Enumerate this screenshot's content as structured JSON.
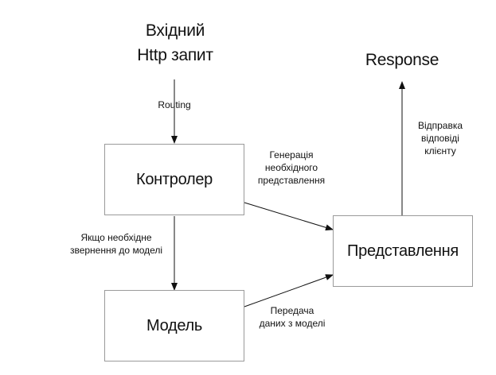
{
  "nodes": {
    "request_line1": "Вхідний",
    "request_line2": "Http запит",
    "response": "Response",
    "controller": "Контролер",
    "model": "Модель",
    "view": "Представлення"
  },
  "edges": {
    "routing": "Routing",
    "model_call": [
      "Якщо необхідне",
      "звернення до моделі"
    ],
    "view_generation": [
      "Генерація",
      "необхідного",
      "представлення"
    ],
    "model_data": [
      "Передача",
      "даних з моделі"
    ],
    "send_response": [
      "Відправка",
      "відповіді",
      "клієнту"
    ]
  }
}
